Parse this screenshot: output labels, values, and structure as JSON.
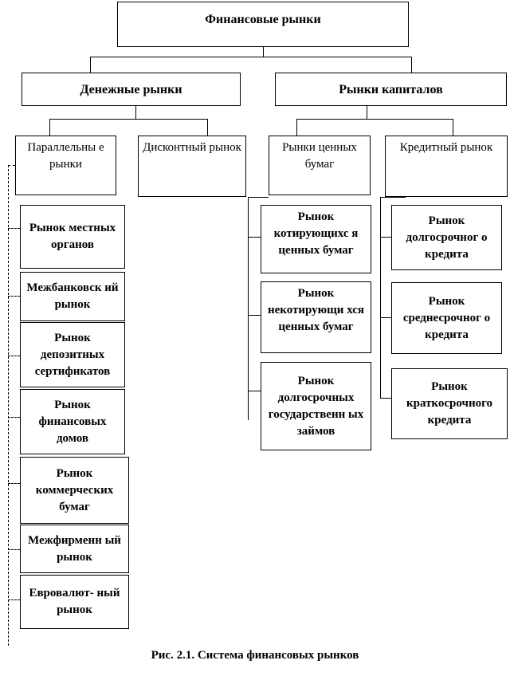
{
  "diagram": {
    "root": {
      "label": "Финансовые рынки"
    },
    "level1": {
      "money": {
        "label": "Денежные рынки"
      },
      "capital": {
        "label": "Рынки капиталов"
      }
    },
    "level2": {
      "parallel": {
        "label": "Параллельны е рынки"
      },
      "discount": {
        "label": "Дисконтный рынок"
      },
      "securities": {
        "label": "Рынки ценных бумаг"
      },
      "credit": {
        "label": "Кредитный рынок"
      }
    },
    "parallel_items": [
      {
        "label": "Рынок местных органов"
      },
      {
        "label": "Межбанковск ий рынок"
      },
      {
        "label": "Рынок депозитных сертификатов"
      },
      {
        "label": "Рынок финансовых домов"
      },
      {
        "label": "Рынок коммерческих бумаг"
      },
      {
        "label": "Межфирменн ый рынок"
      },
      {
        "label": "Евровалют- ный рынок"
      }
    ],
    "securities_items": [
      {
        "label": "Рынок котирующихс я ценных бумаг"
      },
      {
        "label": "Рынок некотирующи хся ценных бумаг"
      },
      {
        "label": "Рынок долгосрочных государственн ых займов"
      }
    ],
    "credit_items": [
      {
        "label": "Рынок долгосрочног о кредита"
      },
      {
        "label": "Рынок среднесрочног о кредита"
      },
      {
        "label": "Рынок краткосрочного кредита"
      }
    ]
  },
  "caption": "Рис. 2.1. Система финансовых рынков"
}
